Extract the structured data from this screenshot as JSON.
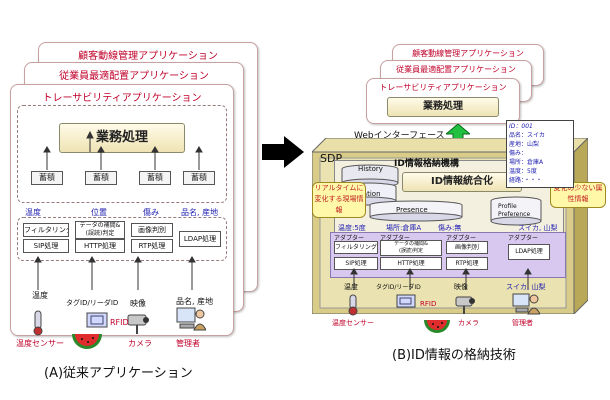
{
  "left": {
    "apps": [
      "顧客動線管理アプリケーション",
      "従業員最適配置アプリケーション",
      "トレーサビリティアプリケーション"
    ],
    "business": "業務処理",
    "accumulate": [
      "蓄積",
      "蓄積",
      "蓄積",
      "蓄積"
    ],
    "attrs": [
      "温度",
      "位置",
      "傷み",
      "品名, 産地"
    ],
    "processes": [
      "フィルタリング",
      "SIP処理",
      "データの補間&\n(誤読)判定",
      "HTTP処理",
      "画像判別",
      "RTP処理",
      "LDAP処理"
    ],
    "devices": [
      {
        "label": "温度",
        "name": "温度センサー"
      },
      {
        "label": "タグID/リーダID",
        "name": "RFID"
      },
      {
        "label": "映像",
        "name": "カメラ"
      },
      {
        "label": "品名, 産地",
        "name": "管理者"
      }
    ],
    "caption": "(A)従来アプリケーション"
  },
  "right": {
    "apps": [
      "顧客動線管理アプリケーション",
      "従業員最適配置アプリケーション",
      "トレーサビリティアプリケーション"
    ],
    "business": "業務処理",
    "web_if": "Webインターフェース",
    "sdp": "SDP",
    "id_store": "ID情報格納機構",
    "history": "History",
    "relation": "Relation",
    "id_integration": "ID情報統合化",
    "presence": "Presence",
    "profile": "Profile\nPreference",
    "callout_left": "リアルタイムに変化する現場情報",
    "callout_right": "変化の少ない属性情報",
    "note": [
      "ID：001",
      "品名：スイカ",
      "産地：山梨",
      "傷み：",
      "場所：倉庫A",
      "温度：5度",
      "経路：・・・"
    ],
    "mini_labels": [
      "温度:5度",
      "場所:倉庫A",
      "傷み:無",
      "スイカ, 山梨"
    ],
    "adapter": "アダプター",
    "processes": [
      "フィルタリング",
      "SIP処理",
      "データの補間&\n(誤読)判定",
      "HTTP処理",
      "画像判別",
      "RTP処理",
      "LDAP処理"
    ],
    "devices": [
      {
        "label": "温度",
        "name": "温度センサー"
      },
      {
        "label": "タグID/リーダID",
        "name": "RFID"
      },
      {
        "label": "映像",
        "name": "カメラ"
      },
      {
        "label": "スイカ, 山梨",
        "name": "管理者"
      }
    ],
    "caption": "(B)ID情報の格納技術"
  }
}
